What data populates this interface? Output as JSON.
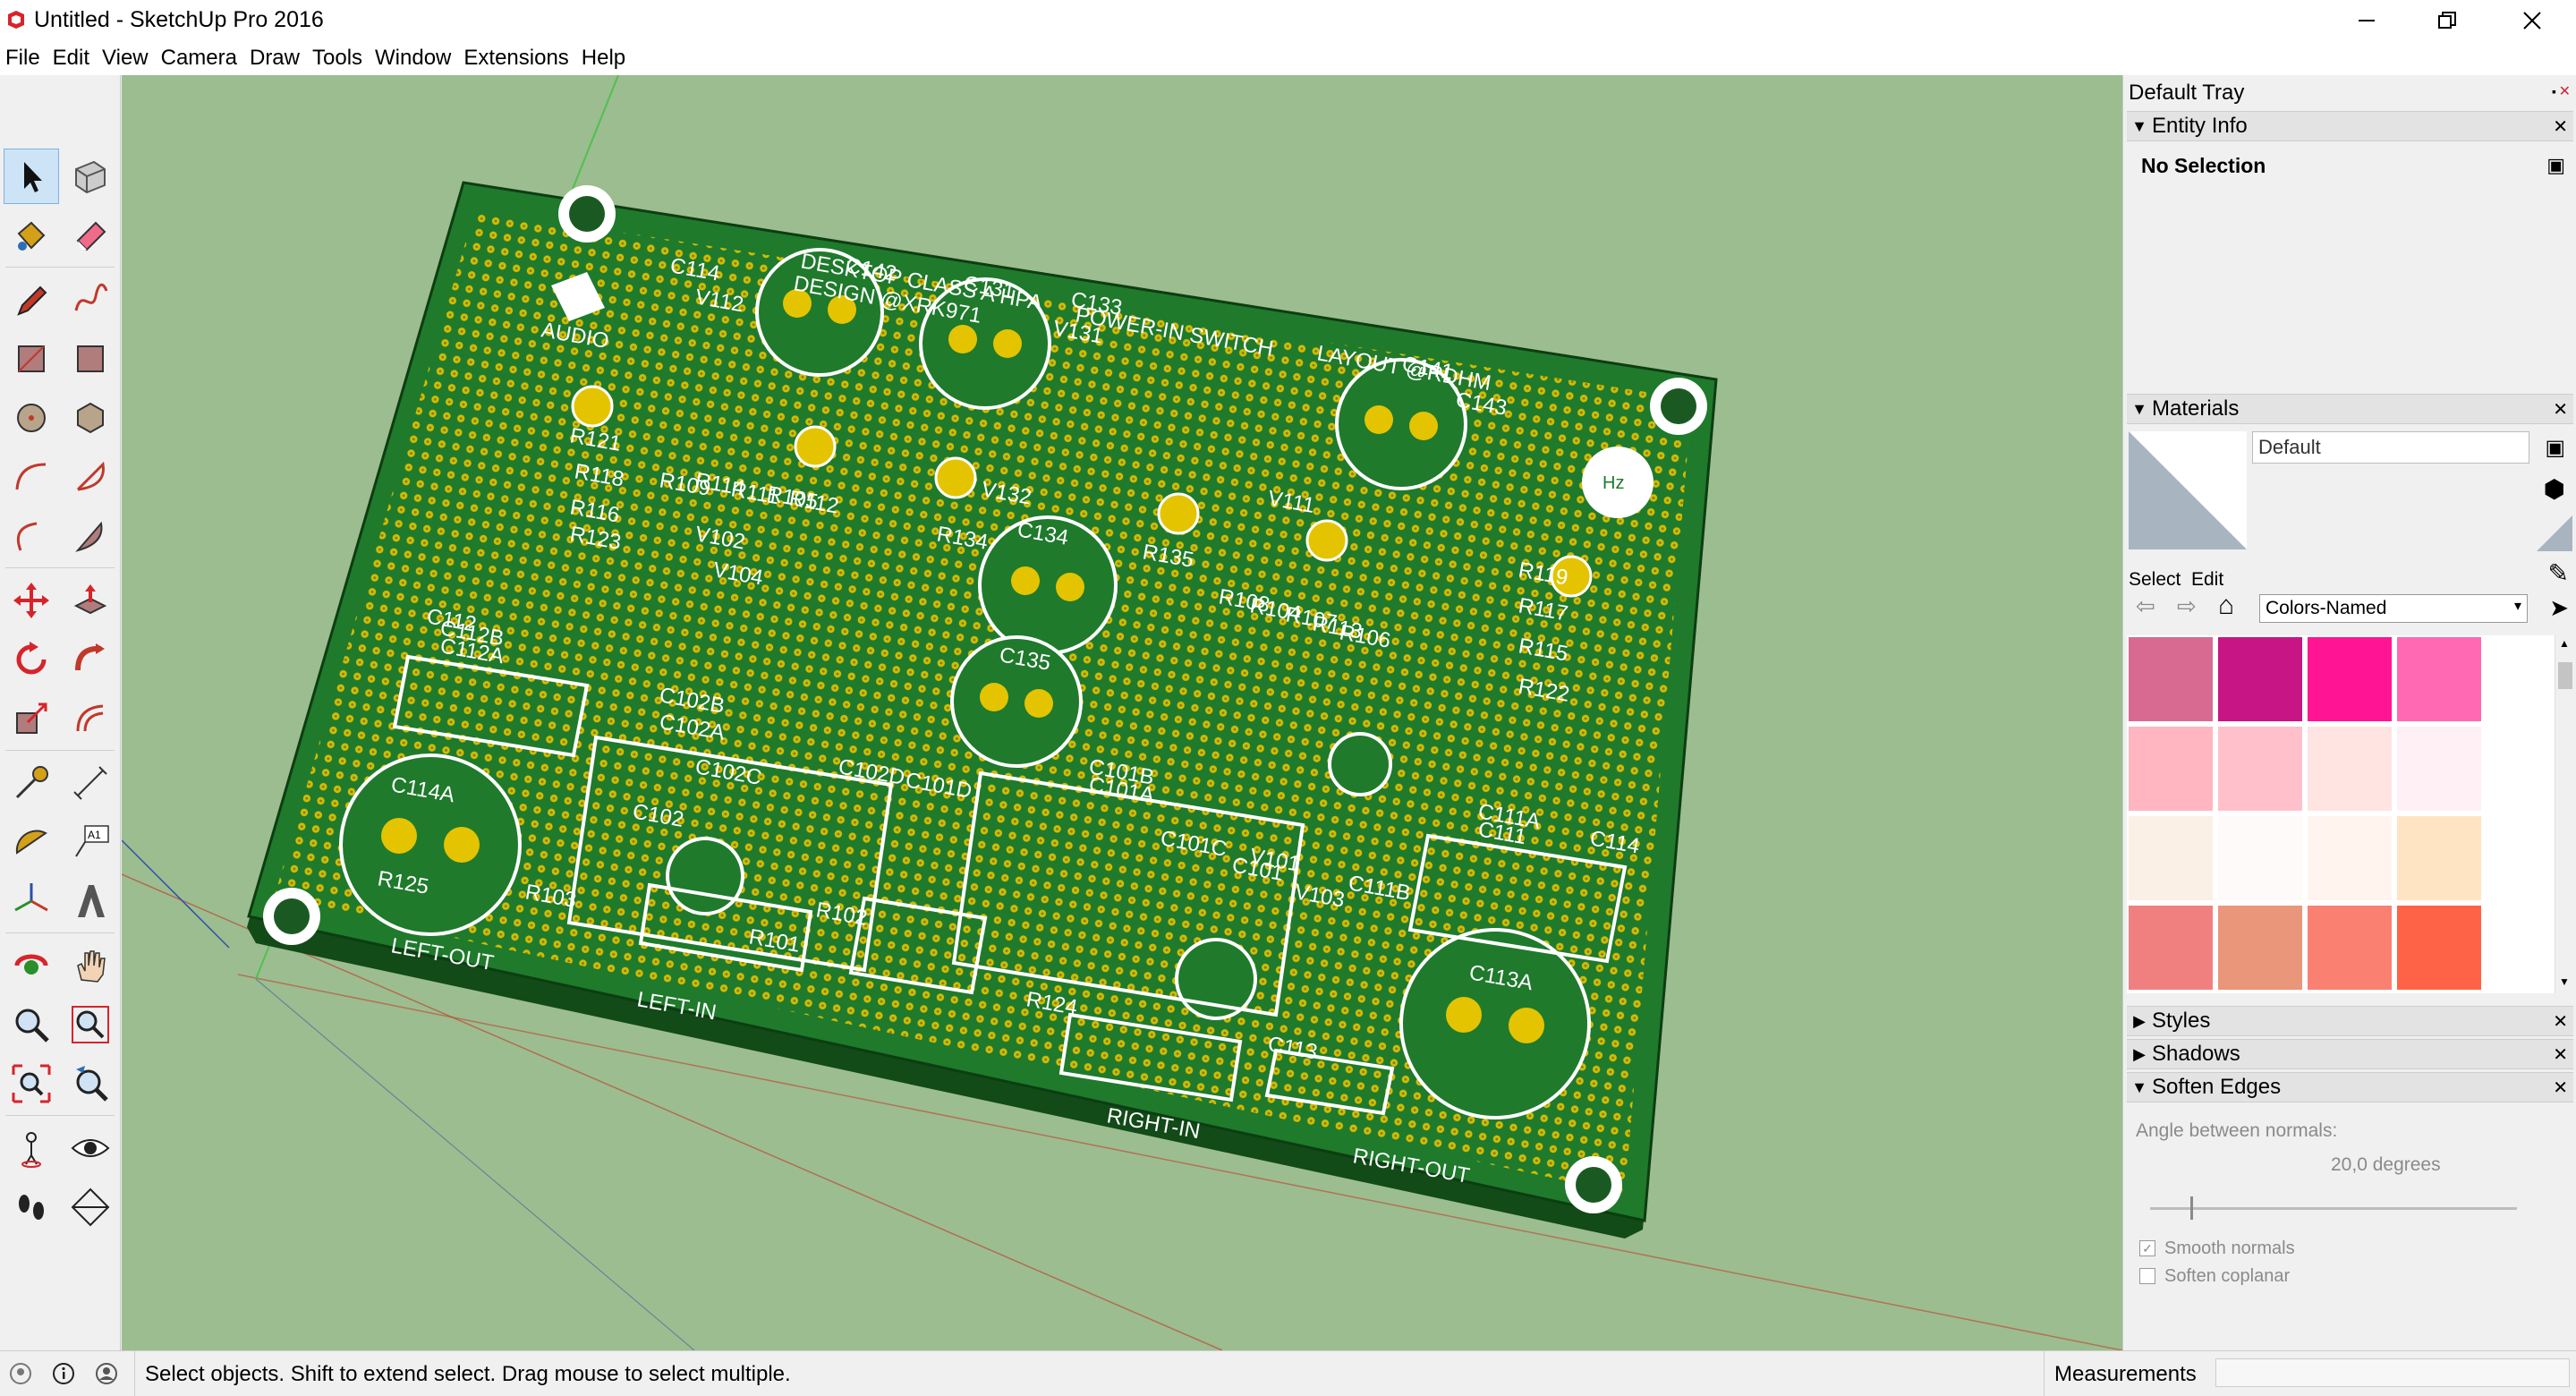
{
  "window": {
    "title": "Untitled - SketchUp Pro 2016",
    "controls": [
      "minimize",
      "restore",
      "close"
    ]
  },
  "menu": [
    "File",
    "Edit",
    "View",
    "Camera",
    "Draw",
    "Tools",
    "Window",
    "Extensions",
    "Help"
  ],
  "toolbar": {
    "tools": [
      "select",
      "make-component",
      "paint-bucket",
      "eraser",
      "line",
      "freehand",
      "rectangle",
      "rotated-rectangle",
      "circle",
      "polygon",
      "arc",
      "pie",
      "2-point-arc",
      "3-point-arc",
      "move",
      "push-pull",
      "rotate",
      "follow-me",
      "scale",
      "offset",
      "tape-measure",
      "dimension",
      "protractor",
      "text",
      "axes",
      "3d-text",
      "orbit",
      "pan",
      "zoom",
      "zoom-window",
      "zoom-extents",
      "previous",
      "position-camera",
      "look-around",
      "walk",
      "section-plane"
    ]
  },
  "pcb": {
    "labels": {
      "line1": "DESKTOP CLASS A HPA",
      "line2": "DESIGN @XRK971",
      "power": "POWER-IN SWITCH",
      "layout": "LAYOUT @RDHM",
      "logo": "AUDIO",
      "left_out": "LEFT-OUT",
      "left_in": "LEFT-IN",
      "right_in": "RIGHT-IN",
      "right_out": "RIGHT-OUT"
    },
    "designators": [
      "C142",
      "C114",
      "V112",
      "C131",
      "C133",
      "V131",
      "C141",
      "C143",
      "R121",
      "R118",
      "R116",
      "R123",
      "R109",
      "R114",
      "R111",
      "R105",
      "R112",
      "V102",
      "V104",
      "V132",
      "C134",
      "R134",
      "R135",
      "V111",
      "R108",
      "R104",
      "R107",
      "R113",
      "R106",
      "R119",
      "R117",
      "R115",
      "R122",
      "C112",
      "C112B",
      "C112A",
      "C135",
      "C102B",
      "C102A",
      "C102C",
      "C102",
      "C102D",
      "C101D",
      "C101B",
      "C101A",
      "C101C",
      "C101",
      "V101",
      "V103",
      "C111B",
      "C111A",
      "C111",
      "C114",
      "C114A",
      "R125",
      "R103",
      "R101",
      "R102",
      "R124",
      "C113",
      "C113A"
    ]
  },
  "tray": {
    "title": "Default Tray",
    "entity_info": {
      "header": "Entity Info",
      "selection": "No Selection"
    },
    "materials": {
      "header": "Materials",
      "material_name": "Default",
      "tab_select": "Select",
      "tab_edit": "Edit",
      "collection": "Colors-Named",
      "swatches": [
        "#d86a91",
        "#c71585",
        "#ff1493",
        "#ff69b4",
        "#ffb6c1",
        "#ffc0cb",
        "#ffe4e1",
        "#fff0f5",
        "#faf0e6",
        "#fffafa",
        "#fff5ee",
        "#ffe4c4",
        "#f08080",
        "#e9967a",
        "#fa8072",
        "#ff6347"
      ]
    },
    "styles": "Styles",
    "shadows": "Shadows",
    "soften": {
      "header": "Soften Edges",
      "angle_label": "Angle between normals:",
      "angle_value": "20,0  degrees",
      "slider_fraction": 0.11,
      "smooth_normals": "Smooth normals",
      "soften_coplanar": "Soften coplanar",
      "smooth_checked": true,
      "coplanar_checked": false
    }
  },
  "status": {
    "message": "Select objects. Shift to extend select. Drag mouse to select multiple.",
    "measurements_label": "Measurements",
    "measurements_value": ""
  },
  "colors": {
    "viewport_bg": "#9cbd8f",
    "pcb_green": "#1f7a2c",
    "pad_yellow": "#e4c400",
    "axis_green": "#4fc04f",
    "axis_red": "#c0392b",
    "axis_blue": "#2c4fa8"
  }
}
